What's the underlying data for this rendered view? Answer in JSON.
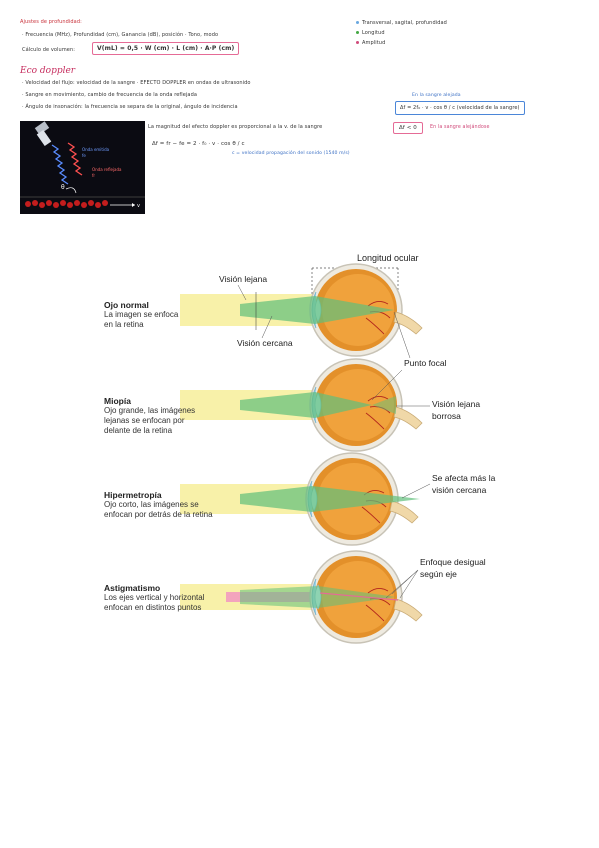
{
  "notes": {
    "top_heading": "Ajustes de profundidad:",
    "line1": "· Frecuencia (MHz), Profundidad (cm), Ganancia (dB), posición · Tono, modo",
    "line2_prefix": "Cálculo de volumen:",
    "formula_volume": "V(mL) = 0,5 · W (cm) · L (cm) · A·P (cm)",
    "legend": [
      {
        "label": "Transversal, sagital, profundidad",
        "color": "#6aa8e0"
      },
      {
        "label": "Longitud",
        "color": "#43a843"
      },
      {
        "label": "Amplitud",
        "color": "#d04a7a"
      }
    ],
    "eco_title": "Eco doppler",
    "eco_line1": "· Velocidad del flujo: velocidad de la sangre · EFECTO DOPPLER en ondas de ultrasonido",
    "eco_line2": "· Sangre en movimiento, cambio de frecuencia de la onda reflejada",
    "eco_line3": "· Ángulo de insonación: la frecuencia se separa de la original, ángulo de incidencia",
    "blue_note_top": "En la sangre alejada",
    "blue_box": "Δf = 2f₀ · v · cos θ / c  (velocidad de la sangre)",
    "pink_small": "Δf < 0",
    "pink_note": "En la sangre alejándose",
    "magnitude_line": "La magnitud del efecto doppler es proporcional a la v. de la sangre",
    "delta_formula": "Δf = fr − fe = 2 · f₀ · v · cos θ / c",
    "delta_sub": "c = velocidad propagación del sonido (1540 m/s)"
  },
  "doppler_image": {
    "labels": [
      "Onda emitida",
      "fe",
      "Onda reflejada",
      "fr",
      "θ",
      "v"
    ],
    "colors": {
      "bg": "#0b0b12",
      "vessel": "#c41d1d",
      "wave_blue": "#5a8cff",
      "wave_red": "#ff5050"
    }
  },
  "eye_diagram": {
    "header": "Longitud ocular",
    "rows": [
      {
        "title": "Ojo normal",
        "desc": [
          "La imagen se enfoca",
          "en la retina"
        ]
      },
      {
        "title": "Miopía",
        "desc": [
          "Ojo grande, las imágenes",
          "lejanas se enfocan por",
          "delante de la retina"
        ]
      },
      {
        "title": "Hipermetropía",
        "desc": [
          "Ojo corto, las imágenes se",
          "enfocan por detrás de la retina"
        ]
      },
      {
        "title": "Astigmatismo",
        "desc": [
          "Los ejes vertical y horizontal",
          "enfocan en distintos puntos"
        ]
      }
    ],
    "callouts": {
      "vision_lejana": "Visión lejana",
      "vision_cercana": "Visión cercana",
      "punto_focal": "Punto focal",
      "vision_lejana_borrosa": [
        "Visión lejana",
        "borrosa"
      ],
      "afecta_cercana": [
        "Se afecta más la",
        "visión cercana"
      ],
      "enfoque_desigual": [
        "Enfoque desigual",
        "según eje"
      ]
    },
    "colors": {
      "beam": "#f7ee9a",
      "cone": "#5fbf7a",
      "sclera": "#e9e6dc",
      "choroid": "#e3902a",
      "cornea": "#b9e2f0",
      "astig_pink": "#f29bbf"
    }
  }
}
